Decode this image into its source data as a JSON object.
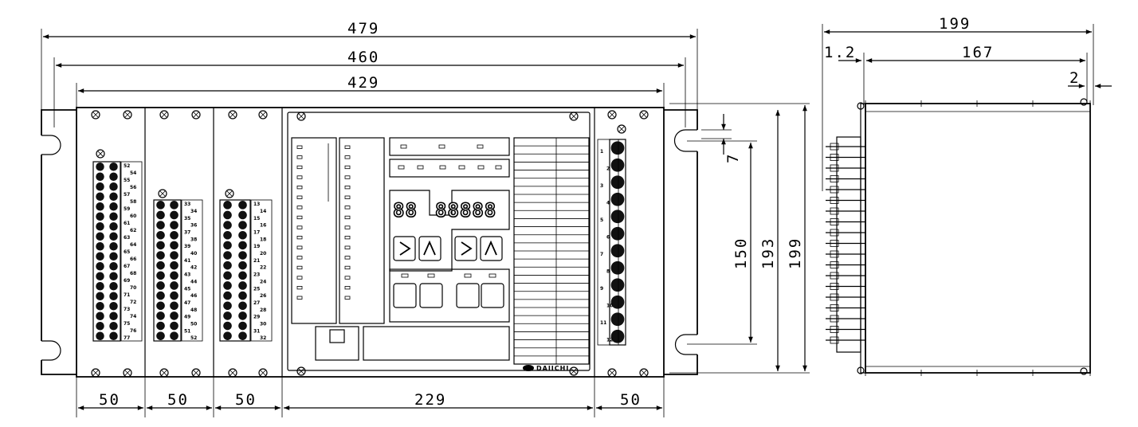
{
  "front_view": {
    "overall_widths": [
      "479",
      "460",
      "429"
    ],
    "bottom_widths": [
      "50",
      "50",
      "50",
      "229",
      "50"
    ],
    "heights": [
      "7",
      "150",
      "193",
      "199"
    ]
  },
  "side_view": {
    "depth_total": "199",
    "panel_thickness": "1.2",
    "body_depth": "167",
    "rear_offset": "2"
  },
  "terminal_labels": {
    "module1": [
      "52",
      "54",
      "55",
      "56",
      "57",
      "58",
      "59",
      "60",
      "61",
      "62",
      "63",
      "64",
      "65",
      "66",
      "67",
      "68",
      "69",
      "70",
      "71",
      "72",
      "73",
      "74",
      "75",
      "76",
      "77"
    ],
    "module2": [
      "33",
      "34",
      "35",
      "36",
      "37",
      "38",
      "39",
      "40",
      "41",
      "42",
      "43",
      "44",
      "45",
      "46",
      "47",
      "48",
      "49",
      "50",
      "51",
      "52"
    ],
    "module3": [
      "13",
      "14",
      "15",
      "16",
      "17",
      "18",
      "19",
      "20",
      "21",
      "22",
      "23",
      "24",
      "25",
      "26",
      "27",
      "28",
      "29",
      "30",
      "31",
      "32"
    ],
    "module5": [
      "1",
      "2",
      "3",
      "4",
      "5",
      "6",
      "7",
      "8",
      "9",
      "10",
      "11",
      "12"
    ]
  },
  "displays": {
    "left": "88",
    "right": "88888"
  },
  "brand": "DAIICHI"
}
